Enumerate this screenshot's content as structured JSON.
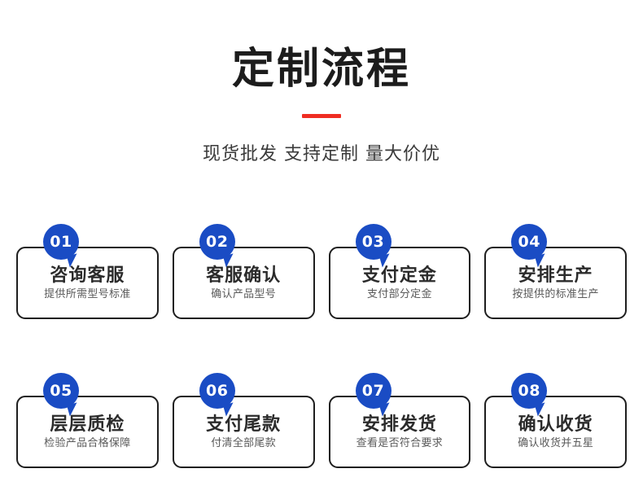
{
  "header": {
    "title": "定制流程",
    "subtitle": "现货批发 支持定制 量大价优",
    "accent_color": "#ef2d22"
  },
  "theme": {
    "badge_color": "#1a4cc4",
    "card_border_color": "#1e1e1e",
    "title_color": "#1c1c1c",
    "background": "#ffffff"
  },
  "steps": [
    {
      "number": "01",
      "title": "咨询客服",
      "desc": "提供所需型号标准"
    },
    {
      "number": "02",
      "title": "客服确认",
      "desc": "确认产品型号"
    },
    {
      "number": "03",
      "title": "支付定金",
      "desc": "支付部分定金"
    },
    {
      "number": "04",
      "title": "安排生产",
      "desc": "按提供的标准生产"
    },
    {
      "number": "05",
      "title": "层层质检",
      "desc": "检验产品合格保障"
    },
    {
      "number": "06",
      "title": "支付尾款",
      "desc": "付清全部尾款"
    },
    {
      "number": "07",
      "title": "安排发货",
      "desc": "查看是否符合要求"
    },
    {
      "number": "08",
      "title": "确认收货",
      "desc": "确认收货并五星"
    }
  ]
}
